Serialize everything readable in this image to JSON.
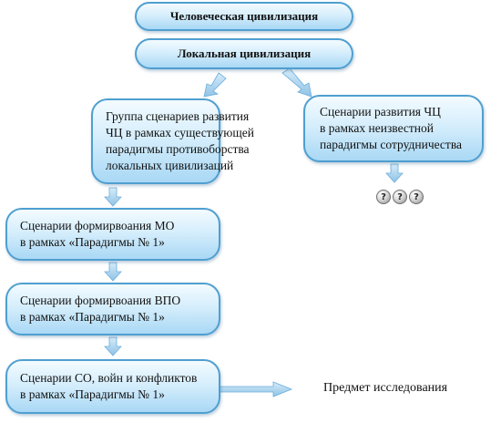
{
  "boxes": {
    "human_civilization": "Человеческая цивилизация",
    "local_civilization": "Локальная цивилизация",
    "group_scenarios": [
      "Группа сценариев развития",
      "ЧЦ в рамках существующей",
      "парадигмы противоборства",
      "локальных цивилизаций"
    ],
    "cooperation_scenarios": [
      "Сценарии развития ЧЦ",
      "в рамках неизвестной",
      "парадигмы сотрудничества"
    ],
    "mo_scenarios": [
      "Сценарии формирвоания МО",
      "в рамках «Парадигмы № 1»"
    ],
    "vpo_scenarios": [
      "Сценарии формирвоания ВПО",
      "в рамках «Парадигмы № 1»"
    ],
    "conflict_scenarios": [
      "Сценарии СО, войн и конфликтов",
      "в рамках «Парадигмы № 1»"
    ]
  },
  "unknown_markers": [
    "?",
    "?",
    "?"
  ],
  "research_subject": "Предмет исследования",
  "colors": {
    "box_border": "#4f9fd0",
    "box_fill_light": "#f3fbff",
    "box_fill_dark": "#a9d8f5",
    "arrow": "#8fc3e6"
  }
}
